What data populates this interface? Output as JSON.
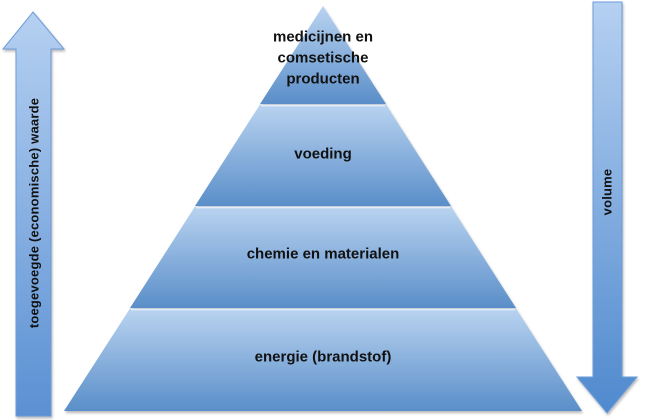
{
  "diagram": {
    "type": "pyramid",
    "pyramid": {
      "levels": [
        {
          "rank": 1,
          "label": "medicijnen en comsetische producten"
        },
        {
          "rank": 2,
          "label": "voeding"
        },
        {
          "rank": 3,
          "label": "chemie en materialen"
        },
        {
          "rank": 4,
          "label": "energie (brandstof)"
        }
      ]
    },
    "left_axis": {
      "label": "toegevoegde (economische) waarde",
      "direction": "up"
    },
    "right_axis": {
      "label": "volume",
      "direction": "down"
    },
    "colors": {
      "segment_gradient_top": "#b9d3f0",
      "segment_gradient_bottom": "#5a8ec9",
      "arrow_gradient_top": "#b5d0f1",
      "arrow_gradient_bottom": "#4f89ce",
      "outline": "#6c9cd9",
      "text": "#111111",
      "background": "#ffffff"
    }
  }
}
